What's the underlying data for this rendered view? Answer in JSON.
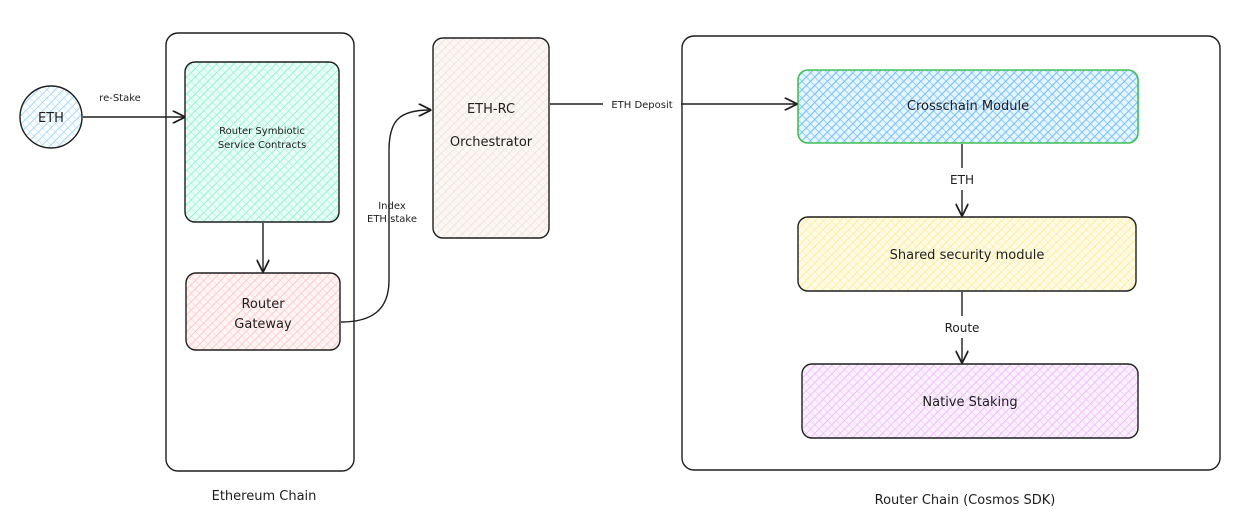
{
  "nodes": {
    "eth": {
      "label": "ETH",
      "color": "#a5d8ff"
    },
    "router_symbiotic": {
      "label_line1": "Router Symbiotic",
      "label_line2": "Service Contracts",
      "color": "#96f2d7"
    },
    "router_gateway": {
      "label_line1": "Router",
      "label_line2": "Gateway",
      "color": "#ffc9c9"
    },
    "eth_rc": {
      "label_line1": "ETH-RC",
      "label_line2": "Orchestrator",
      "color": "#f3e9e4"
    },
    "crosschain": {
      "label": "Crosschain Module",
      "color": "#74c0fc",
      "border_color": "#40c057"
    },
    "shared_security": {
      "label": "Shared security module",
      "color": "#ffec99"
    },
    "native_staking": {
      "label": "Native Staking",
      "color": "#eebefa"
    }
  },
  "containers": {
    "ethereum_chain": {
      "label": "Ethereum Chain"
    },
    "router_chain": {
      "label": "Router Chain (Cosmos SDK)"
    }
  },
  "edges": {
    "restake": {
      "label": "re-Stake"
    },
    "index_stake": {
      "label_line1": "Index",
      "label_line2": "ETH stake"
    },
    "eth_deposit": {
      "label": "ETH Deposit"
    },
    "eth_flow": {
      "label": "ETH"
    },
    "route": {
      "label": "Route"
    }
  }
}
